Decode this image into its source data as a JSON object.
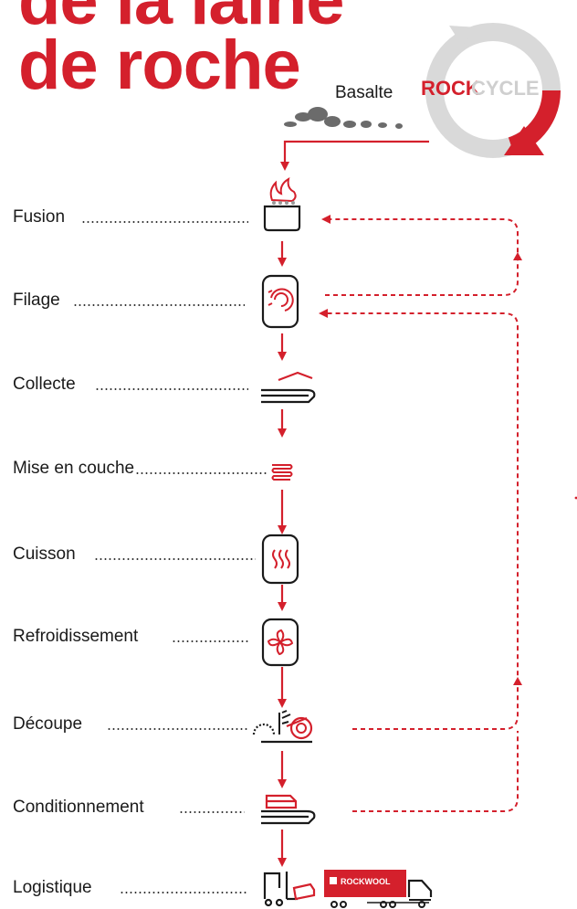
{
  "title_line1": "de la laine",
  "title_line2": "de roche",
  "basalt_label": "Basalte",
  "rockcycle": {
    "rock": "ROCK",
    "cycle": "CYCLE"
  },
  "steps": [
    {
      "label": "Fusion"
    },
    {
      "label": "Filage"
    },
    {
      "label": "Collecte"
    },
    {
      "label": "Mise en couche"
    },
    {
      "label": "Cuisson"
    },
    {
      "label": "Refroidissement"
    },
    {
      "label": "Découpe"
    },
    {
      "label": "Conditionnement"
    },
    {
      "label": "Logistique"
    }
  ],
  "truck_brand": "ROCKWOOL",
  "colors": {
    "accent": "#d4202c",
    "text": "#1a1a1a",
    "cycle_gray": "#d9d9d9"
  },
  "icons": [
    "rocks-icon",
    "furnace-icon",
    "spinner-icon",
    "conveyor-icon",
    "layers-icon",
    "oven-icon",
    "fan-icon",
    "saw-roll-icon",
    "package-conveyor-icon",
    "forklift-icon",
    "truck-icon",
    "rockcycle-logo"
  ]
}
